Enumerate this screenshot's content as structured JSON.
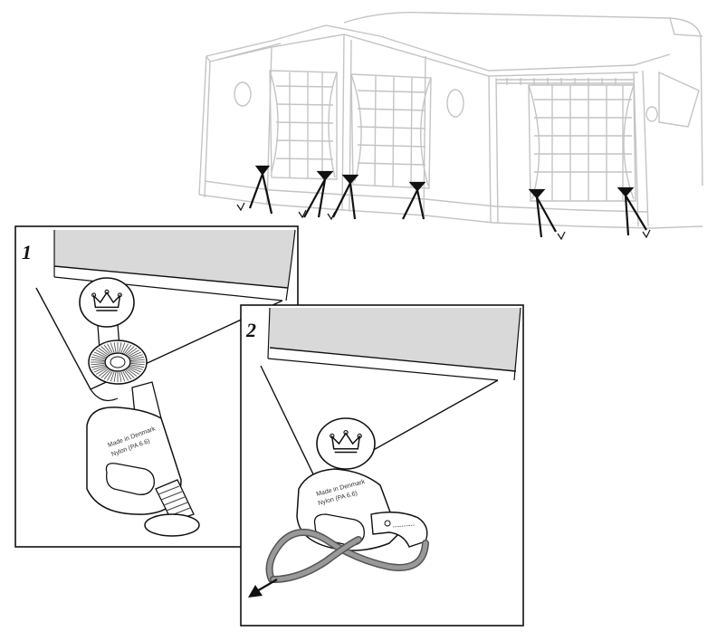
{
  "panels": [
    {
      "number": "1",
      "stamp_line1": "Made in Denmark",
      "stamp_line2": "Nylon (PA 6.6)"
    },
    {
      "number": "2",
      "stamp_line1": "Made in Denmark",
      "stamp_line2": "Nylon (PA 6.6)"
    }
  ],
  "icons": {
    "crown": "crown-logo",
    "arrow": "pull-direction-arrow"
  },
  "colors": {
    "line": "#111111",
    "faint_line": "#c4c4c4",
    "fabric": "#d9d9d9",
    "strap": "#8a8a8a"
  }
}
